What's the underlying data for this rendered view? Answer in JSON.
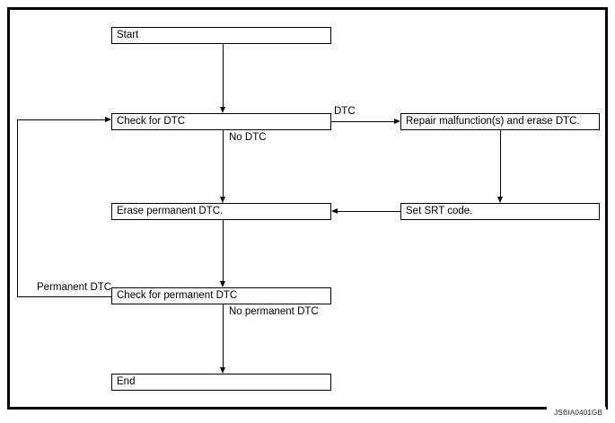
{
  "figure": {
    "code": "JSBIA0401GB",
    "border_color": "#000000",
    "background_color": "#ffffff",
    "line_color": "#000000"
  },
  "nodes": [
    {
      "id": "start",
      "label": "Start"
    },
    {
      "id": "check-for-dtc",
      "label": "Check for DTC"
    },
    {
      "id": "repair-malfunctions",
      "label": "Repair malfunction(s) and erase DTC."
    },
    {
      "id": "erase-permanent-dtc",
      "label": "Erase permanent DTC."
    },
    {
      "id": "set-srt-code",
      "label": "Set SRT code."
    },
    {
      "id": "check-permanent-dtc",
      "label": "Check for permanent DTC"
    },
    {
      "id": "end",
      "label": "End"
    }
  ],
  "edge_labels": {
    "dtc": "DTC",
    "no_dtc": "No DTC",
    "permanent_dtc": "Permanent DTC",
    "no_permanent_dtc": "No permanent DTC"
  }
}
